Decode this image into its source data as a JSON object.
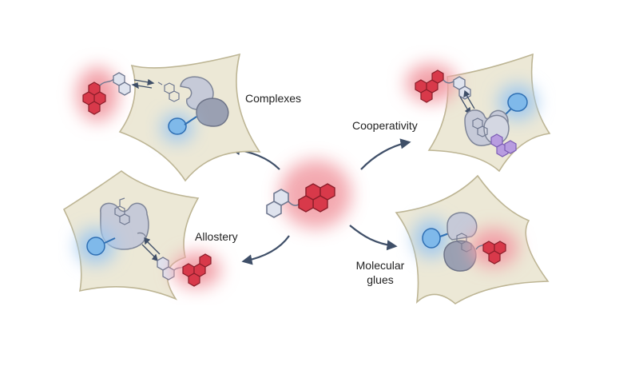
{
  "labels": {
    "complexes": "Complexes",
    "cooperativity": "Cooperativity",
    "allostery": "Allostery",
    "molecular_glues_line1": "Molecular",
    "molecular_glues_line2": "glues"
  },
  "colors": {
    "cell_fill": "#ece8d6",
    "cell_stroke": "#bdb594",
    "protein_fill": "#c6cad8",
    "protein_stroke": "#7e8598",
    "ligand_red": "#d8394a",
    "glow_red": "#f2a0a8",
    "glow_blue": "#9fc8ef",
    "ligand_blue_fill": "#7fb9ea",
    "ligand_blue_stroke": "#2f6fb3",
    "ligand_purple": "#b89ce0",
    "small_molecule_grey": "#dfe3ee",
    "arrow": "#3f4f68"
  }
}
